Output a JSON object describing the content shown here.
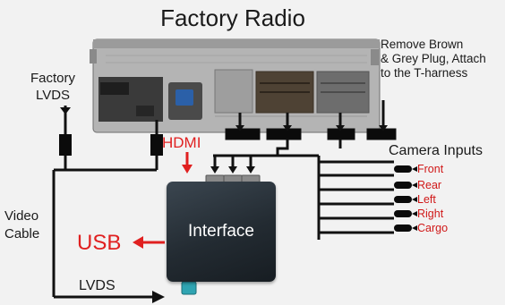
{
  "title": "Factory Radio",
  "remove_note": "Remove Brown\n& Grey Plug, Attach\nto the T-harness",
  "factory_lvds": "Factory\nLVDS",
  "hdmi": "HDMI",
  "camera_inputs": "Camera Inputs",
  "interface": "Interface",
  "usb": "USB",
  "video_cable": "Video\nCable",
  "lvds": "LVDS",
  "cameras": [
    "Front",
    "Rear",
    "Left",
    "Right",
    "Cargo"
  ],
  "colors": {
    "label_red": "#e02020",
    "camera_label": "#d01818",
    "interface_box": "#232b32",
    "line": "#111111",
    "background": "#f2f2f2"
  }
}
